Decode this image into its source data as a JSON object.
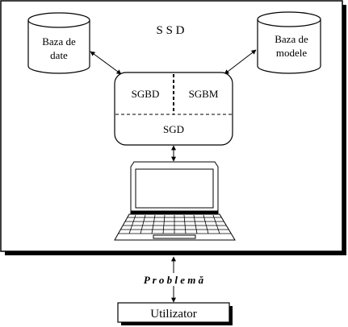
{
  "title": "S S D",
  "database_cylinder": {
    "line1": "Baza de",
    "line2": "date"
  },
  "model_base_cylinder": {
    "line1": "Baza de",
    "line2": "modele"
  },
  "components": {
    "sgbd": "SGBD",
    "sgbm": "SGBM",
    "sgd": "SGD"
  },
  "problem_label": "P r o b l e m ă",
  "user_label": "Utilizator",
  "colors": {
    "stroke": "#000000",
    "shadow": "#000000",
    "background": "#ffffff"
  }
}
